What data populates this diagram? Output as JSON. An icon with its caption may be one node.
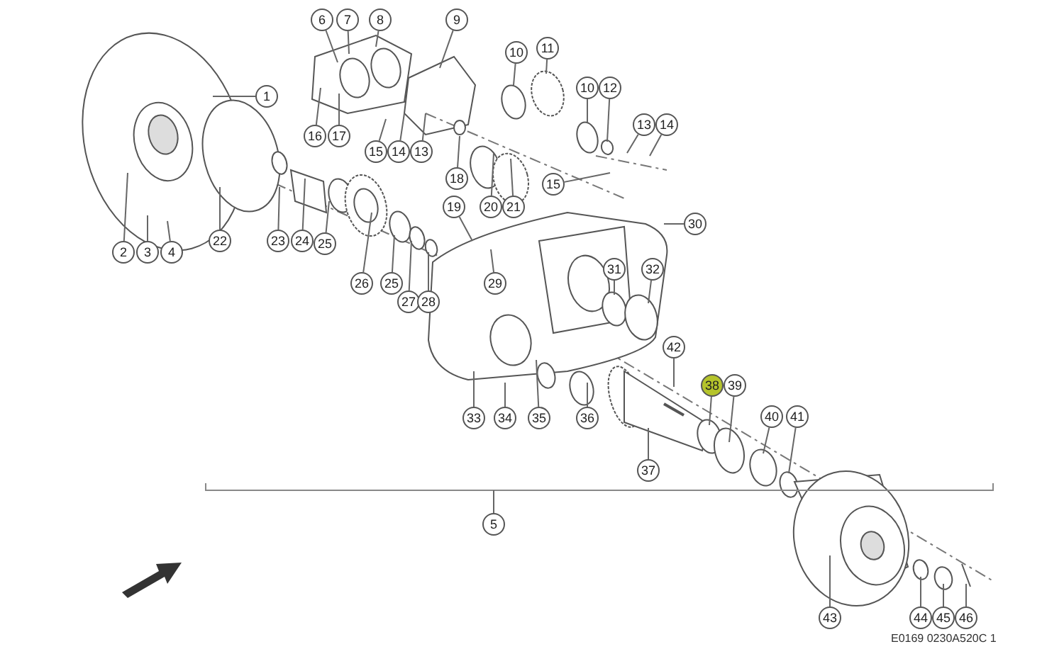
{
  "diagram": {
    "nodes": [
      {
        "text": [
          "6"
        ]
      },
      {
        "text": [
          "7"
        ]
      },
      {
        "text": [
          "8"
        ]
      },
      {
        "text": [
          "9"
        ]
      },
      {
        "text": [
          "10"
        ]
      },
      {
        "text": [
          "11"
        ]
      },
      {
        "text": [
          "1"
        ]
      },
      {
        "text": [
          "10"
        ]
      },
      {
        "text": [
          "12"
        ]
      },
      {
        "text": [
          "13"
        ]
      },
      {
        "text": [
          "14"
        ]
      },
      {
        "text": [
          "16"
        ]
      },
      {
        "text": [
          "17"
        ]
      },
      {
        "text": [
          "15"
        ]
      },
      {
        "text": [
          "14"
        ]
      },
      {
        "text": [
          "13"
        ]
      },
      {
        "text": [
          "15"
        ]
      },
      {
        "text": [
          "18"
        ]
      },
      {
        "text": [
          "19"
        ]
      },
      {
        "text": [
          "20"
        ]
      },
      {
        "text": [
          "21"
        ]
      },
      {
        "text": [
          "22"
        ]
      },
      {
        "text": [
          "23"
        ]
      },
      {
        "text": [
          "24"
        ]
      },
      {
        "text": [
          "25"
        ]
      },
      {
        "text": [
          "30"
        ]
      },
      {
        "text": [
          "29"
        ]
      },
      {
        "text": [
          "31"
        ]
      },
      {
        "text": [
          "32"
        ]
      },
      {
        "text": [
          "26"
        ]
      },
      {
        "text": [
          "25"
        ]
      },
      {
        "text": [
          "27"
        ]
      },
      {
        "text": [
          "28"
        ]
      },
      {
        "text": [
          "42"
        ]
      },
      {
        "text": [
          "38"
        ]
      },
      {
        "text": [
          "39"
        ]
      },
      {
        "text": [
          "40"
        ]
      },
      {
        "text": [
          "41"
        ]
      },
      {
        "text": [
          "33"
        ]
      },
      {
        "text": [
          "34"
        ]
      },
      {
        "text": [
          "35"
        ]
      },
      {
        "text": [
          "36"
        ]
      },
      {
        "text": [
          "37"
        ]
      },
      {
        "text": [
          "5"
        ]
      },
      {
        "text": [
          "43"
        ]
      },
      {
        "text": [
          "44"
        ]
      },
      {
        "text": [
          "45"
        ]
      },
      {
        "text": [
          "46"
        ]
      },
      {
        "text": [
          "2"
        ]
      },
      {
        "text": [
          "3"
        ]
      },
      {
        "text": [
          "4"
        ]
      }
    ],
    "edges": [
      {
        "from": 0,
        "to": null,
        "arrow": "none"
      },
      {
        "from": 1,
        "to": null,
        "arrow": "none"
      },
      {
        "from": 2,
        "to": null,
        "arrow": "none"
      },
      {
        "from": 3,
        "to": null,
        "arrow": "none"
      },
      {
        "from": 4,
        "to": null,
        "arrow": "none"
      },
      {
        "from": 5,
        "to": null,
        "arrow": "none"
      },
      {
        "from": 6,
        "to": null,
        "arrow": "none"
      },
      {
        "from": 7,
        "to": null,
        "arrow": "none"
      },
      {
        "from": 8,
        "to": null,
        "arrow": "none"
      },
      {
        "from": 9,
        "to": null,
        "arrow": "none"
      },
      {
        "from": 10,
        "to": null,
        "arrow": "none"
      },
      {
        "from": 11,
        "to": null,
        "arrow": "none"
      },
      {
        "from": 12,
        "to": null,
        "arrow": "none"
      },
      {
        "from": 13,
        "to": null,
        "arrow": "none"
      },
      {
        "from": 14,
        "to": null,
        "arrow": "none"
      },
      {
        "from": 15,
        "to": null,
        "arrow": "none"
      },
      {
        "from": 16,
        "to": null,
        "arrow": "none"
      },
      {
        "from": 17,
        "to": null,
        "arrow": "none"
      },
      {
        "from": 18,
        "to": null,
        "arrow": "none"
      },
      {
        "from": 19,
        "to": null,
        "arrow": "none"
      },
      {
        "from": 20,
        "to": null,
        "arrow": "none"
      },
      {
        "from": 21,
        "to": null,
        "arrow": "none"
      },
      {
        "from": 22,
        "to": null,
        "arrow": "none"
      },
      {
        "from": 23,
        "to": null,
        "arrow": "none"
      },
      {
        "from": 24,
        "to": null,
        "arrow": "none"
      },
      {
        "from": 25,
        "to": null,
        "arrow": "none"
      },
      {
        "from": 26,
        "to": null,
        "arrow": "none"
      },
      {
        "from": 27,
        "to": null,
        "arrow": "none"
      },
      {
        "from": 28,
        "to": null,
        "arrow": "none"
      },
      {
        "from": 29,
        "to": null,
        "arrow": "none"
      },
      {
        "from": 30,
        "to": null,
        "arrow": "none"
      },
      {
        "from": 31,
        "to": null,
        "arrow": "none"
      },
      {
        "from": 32,
        "to": null,
        "arrow": "none"
      },
      {
        "from": 33,
        "to": null,
        "arrow": "none"
      },
      {
        "from": 34,
        "to": null,
        "arrow": "none"
      },
      {
        "from": 35,
        "to": null,
        "arrow": "none"
      },
      {
        "from": 36,
        "to": null,
        "arrow": "none"
      },
      {
        "from": 37,
        "to": null,
        "arrow": "none"
      },
      {
        "from": 38,
        "to": null,
        "arrow": "none"
      },
      {
        "from": 39,
        "to": null,
        "arrow": "none"
      },
      {
        "from": 40,
        "to": null,
        "arrow": "none"
      },
      {
        "from": 41,
        "to": null,
        "arrow": "none"
      },
      {
        "from": 42,
        "to": null,
        "arrow": "none"
      },
      {
        "from": 43,
        "to": null,
        "arrow": "none"
      },
      {
        "from": 44,
        "to": null,
        "arrow": "none"
      },
      {
        "from": 45,
        "to": null,
        "arrow": "none"
      },
      {
        "from": 46,
        "to": null,
        "arrow": "none"
      },
      {
        "from": 47,
        "to": null,
        "arrow": "none"
      },
      {
        "from": 48,
        "to": null,
        "arrow": "none"
      },
      {
        "from": 49,
        "to": null,
        "arrow": "none"
      },
      {
        "from": 50,
        "to": null,
        "arrow": "none"
      }
    ],
    "labels": [
      "E0169 0230A520C 1"
    ]
  }
}
